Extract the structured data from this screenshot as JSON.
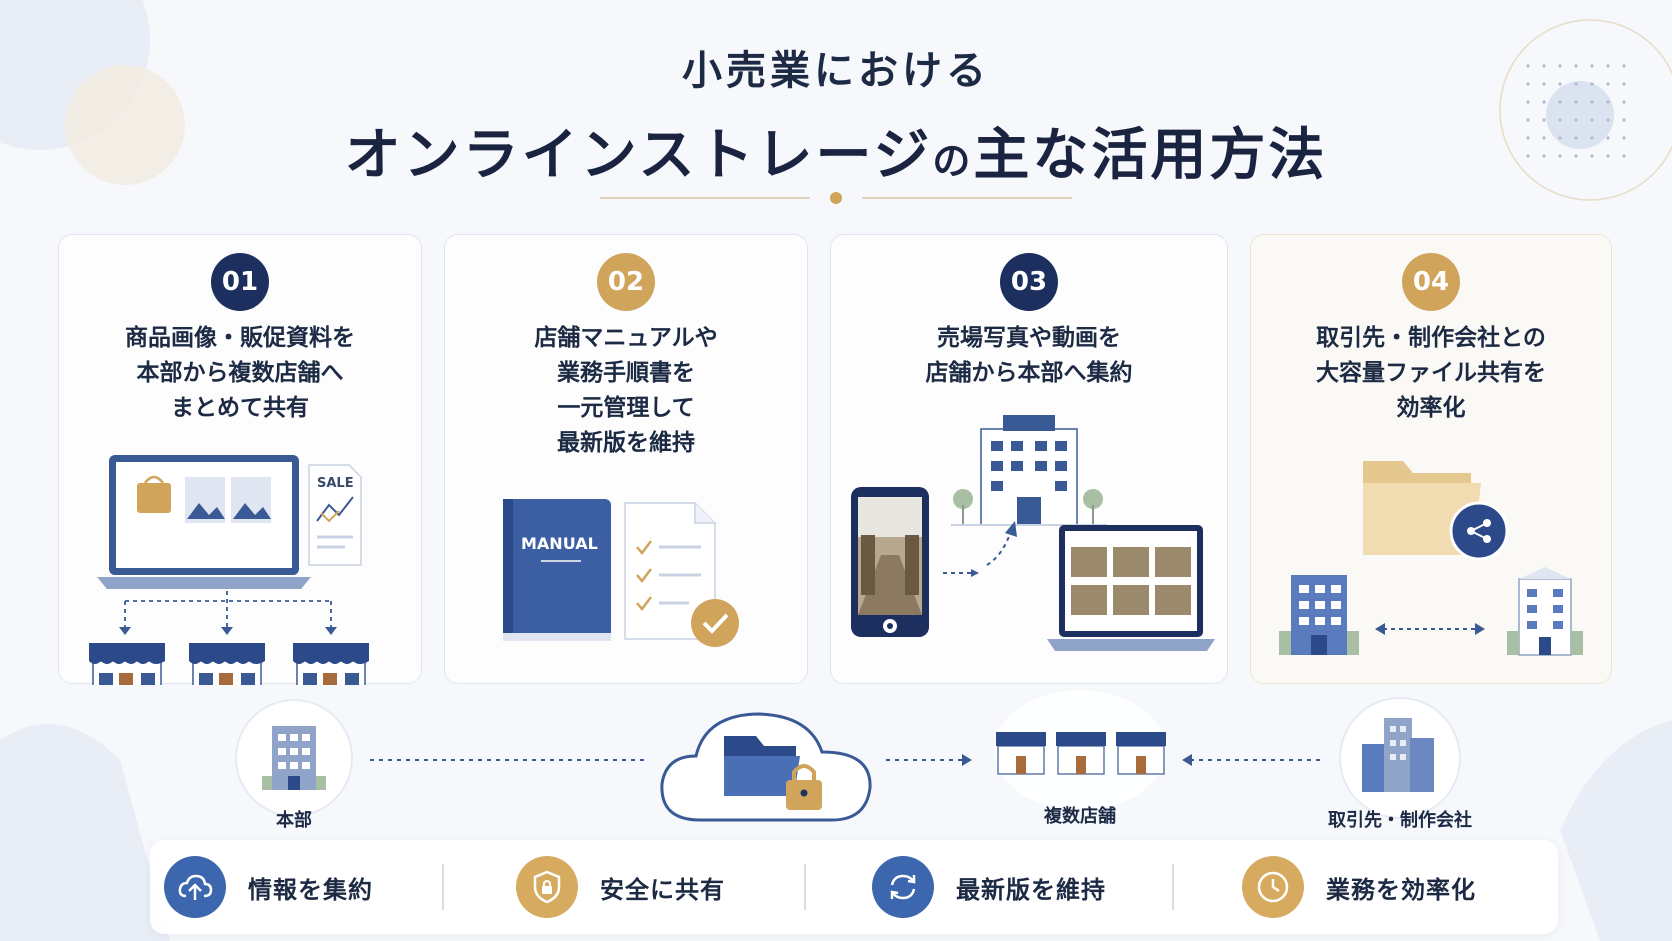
{
  "title": {
    "line1": "小売業における",
    "line2_main": "オンラインストレージ",
    "line2_particle": "の",
    "line2_tail": "主な活用方法"
  },
  "cards": [
    {
      "number": "01",
      "lines": [
        "商品画像・販促資料を",
        "本部から複数店舗へ",
        "まとめて共有"
      ],
      "illustration_text": "SALE"
    },
    {
      "number": "02",
      "lines": [
        "店舗マニュアルや",
        "業務手順書を",
        "一元管理して",
        "最新版を維持"
      ],
      "illustration_text": "MANUAL"
    },
    {
      "number": "03",
      "lines": [
        "売場写真や動画を",
        "店舗から本部へ集約"
      ]
    },
    {
      "number": "04",
      "lines": [
        "取引先・制作会社との",
        "大容量ファイル共有を",
        "効率化"
      ]
    }
  ],
  "flow": {
    "hq_label": "本部",
    "stores_label": "複数店舗",
    "partners_label": "取引先・制作会社"
  },
  "benefits": [
    {
      "label": "情報を集約",
      "icon": "cloud-upload-icon",
      "color": "#3c66ad"
    },
    {
      "label": "安全に共有",
      "icon": "shield-lock-icon",
      "color": "#d7ab5f"
    },
    {
      "label": "最新版を維持",
      "icon": "sync-icon",
      "color": "#3c66ad"
    },
    {
      "label": "業務を効率化",
      "icon": "clock-icon",
      "color": "#d7ab5f"
    }
  ],
  "colors": {
    "navy": "#1d2f5e",
    "blue": "#3c66ad",
    "gold": "#d0a45a",
    "background": "#f6f8fc"
  }
}
